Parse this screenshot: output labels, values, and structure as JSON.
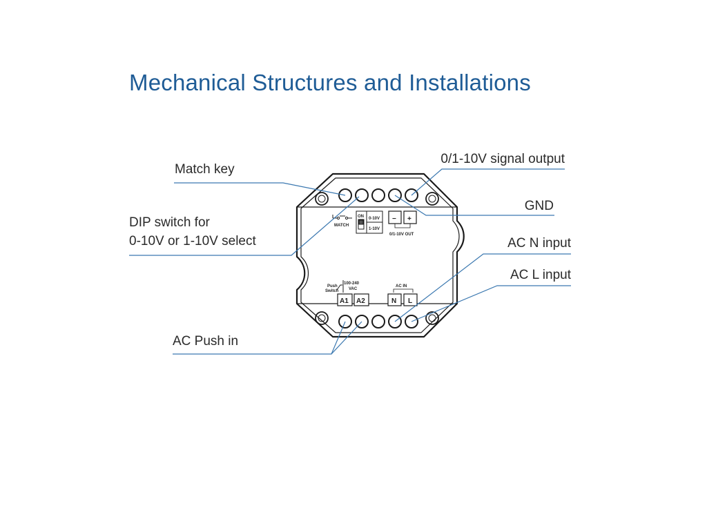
{
  "title": "Mechanical Structures and Installations",
  "colors": {
    "title": "#1f5c96",
    "leader_line": "#3b78b0",
    "device_outline": "#1a1a1a",
    "text": "#2a2a2a"
  },
  "callouts": {
    "match_key": "Match key",
    "signal_output": "0/1-10V signal output",
    "gnd": "GND",
    "dip_switch_line1": "DIP switch for",
    "dip_switch_line2": "0-10V or 1-10V select",
    "ac_n_input": "AC N input",
    "ac_l_input": "AC L input",
    "ac_push_in": "AC Push in"
  },
  "device_labels": {
    "match": "MATCH",
    "dip_on": "ON",
    "dip_opt1": "0-10V",
    "dip_opt2": "1-10V",
    "minus": "−",
    "plus": "+",
    "out_label": "0/1-10V OUT",
    "push_switch_line1": "Push",
    "push_switch_line2": "Switch",
    "push_voltage_line1": "100-240",
    "push_voltage_line2": "VAC",
    "a1": "A1",
    "a2": "A2",
    "ac_in": "AC IN",
    "n": "N",
    "l": "L"
  }
}
